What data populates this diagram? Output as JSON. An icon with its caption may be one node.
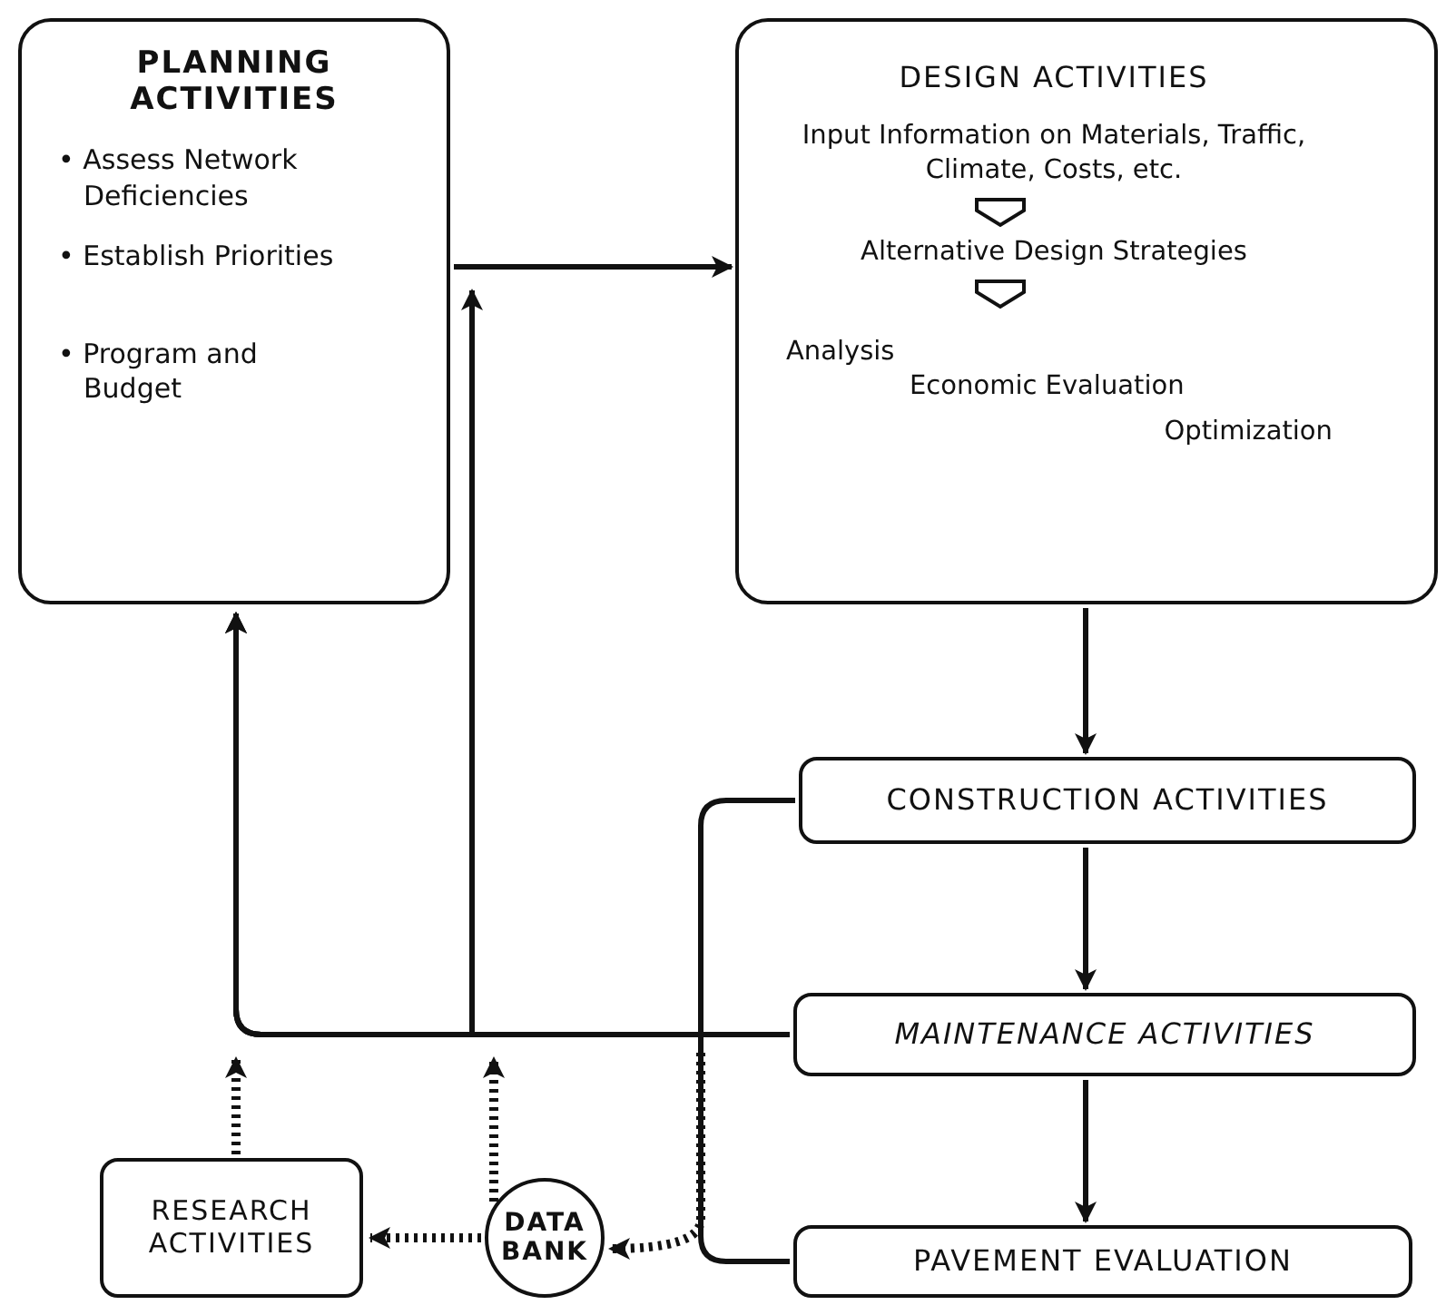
{
  "diagram": {
    "nodes": [
      {
        "text": [
          "PLANNING ACTIVITIES",
          "• Assess Network Deficiencies",
          "• Establish Priorities",
          "• Program and Budget"
        ]
      },
      {
        "text": [
          "DESIGN ACTIVITIES",
          "Input Information on Materials, Traffic, Climate, Costs, etc.",
          "Alternative Design Strategies",
          "Analysis",
          "Economic Evaluation",
          "Optimization"
        ]
      },
      {
        "text": [
          "CONSTRUCTION ACTIVITIES"
        ]
      },
      {
        "text": [
          "MAINTENANCE ACTIVITIES"
        ]
      },
      {
        "text": [
          "PAVEMENT EVALUATION"
        ]
      },
      {
        "text": [
          "RESEARCH ACTIVITIES"
        ]
      },
      {
        "text": [
          "DATA BANK"
        ]
      }
    ],
    "edges": [
      {
        "from": 0,
        "to": 1,
        "arrow": "to"
      },
      {
        "from": 1,
        "to": 2,
        "arrow": "to"
      },
      {
        "from": 2,
        "to": 3,
        "arrow": "to"
      },
      {
        "from": 3,
        "to": 4,
        "arrow": "to"
      },
      {
        "from": 2,
        "to": 0,
        "arrow": "to"
      },
      {
        "from": 3,
        "to": 0,
        "arrow": "to"
      },
      {
        "from": 4,
        "to": 0,
        "arrow": "to"
      },
      {
        "from": 3,
        "to": 0,
        "arrow": "to"
      },
      {
        "from": null,
        "to": 6,
        "arrow": "to",
        "style": "dashed"
      },
      {
        "from": 6,
        "to": 5,
        "arrow": "to",
        "style": "dashed"
      },
      {
        "from": 6,
        "to": null,
        "arrow": "to",
        "style": "dashed"
      },
      {
        "from": 5,
        "to": null,
        "arrow": "to",
        "style": "dashed"
      }
    ]
  }
}
